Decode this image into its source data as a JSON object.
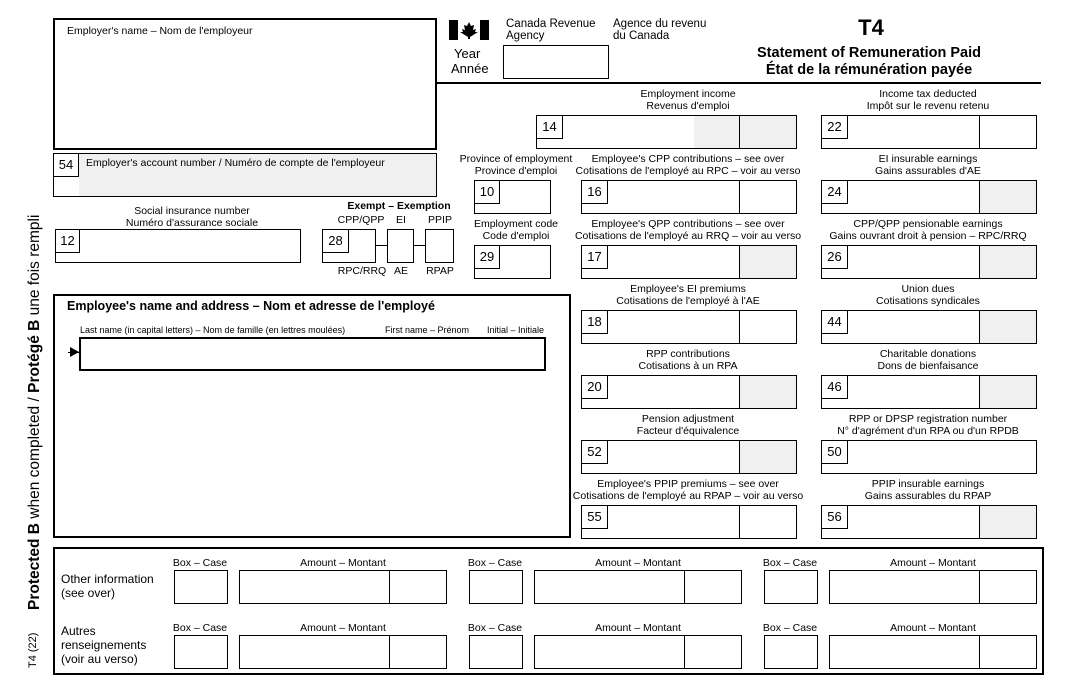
{
  "employer": {
    "name_label": "Employer's name – Nom de l'employeur",
    "account_label": "Employer's account number / Numéro de compte de l'employeur",
    "account_box": "54"
  },
  "header": {
    "agency_en_1": "Canada Revenue",
    "agency_en_2": "Agency",
    "agency_fr_1": "Agence du revenu",
    "agency_fr_2": "du Canada",
    "year_en": "Year",
    "year_fr": "Année",
    "form_code": "T4",
    "title_en": "Statement of Remuneration Paid",
    "title_fr": "État de la rémunération payée"
  },
  "side": {
    "protected_a": "Protected B",
    "protected_b": " when completed / ",
    "protected_c": "Protégé B",
    "protected_d": " une fois rempli",
    "form_id": "T4 (22)"
  },
  "sin": {
    "label_en": "Social insurance number",
    "label_fr": "Numéro d'assurance sociale",
    "box": "12"
  },
  "exempt": {
    "title": "Exempt – Exemption",
    "box": "28",
    "top": [
      "CPP/QPP",
      "EI",
      "PPIP"
    ],
    "bottom": [
      "RPC/RRQ",
      "AE",
      "RPAP"
    ]
  },
  "employee": {
    "title": "Employee's name and address – Nom et adresse de l'employé",
    "last_name": "Last name (in capital letters) – Nom de famille (en lettres moulées)",
    "first_name": "First name – Prénom",
    "initial": "Initial – Initiale"
  },
  "mid_boxes": [
    {
      "box": "10",
      "en": "Province of employment",
      "fr": "Province d'emploi"
    },
    {
      "box": "29",
      "en": "Employment code",
      "fr": "Code d'emploi"
    }
  ],
  "amount_boxes": [
    {
      "box": "14",
      "en": "Employment income",
      "fr": "Revenus d'emploi"
    },
    {
      "box": "22",
      "en": "Income tax deducted",
      "fr": "Impôt sur le revenu retenu"
    },
    {
      "box": "16",
      "en": "Employee's CPP contributions – see over",
      "fr": "Cotisations de l'employé au RPC – voir au verso"
    },
    {
      "box": "24",
      "en": "EI insurable earnings",
      "fr": "Gains assurables d'AE"
    },
    {
      "box": "17",
      "en": "Employee's QPP contributions – see over",
      "fr": "Cotisations de l'employé au RRQ – voir au verso"
    },
    {
      "box": "26",
      "en": "CPP/QPP pensionable earnings",
      "fr": "Gains ouvrant droit à pension – RPC/RRQ"
    },
    {
      "box": "18",
      "en": "Employee's EI premiums",
      "fr": "Cotisations de l'employé à l'AE"
    },
    {
      "box": "44",
      "en": "Union dues",
      "fr": "Cotisations syndicales"
    },
    {
      "box": "20",
      "en": "RPP contributions",
      "fr": "Cotisations à un RPA"
    },
    {
      "box": "46",
      "en": "Charitable donations",
      "fr": "Dons de bienfaisance"
    },
    {
      "box": "52",
      "en": "Pension adjustment",
      "fr": "Facteur d'équivalence"
    },
    {
      "box": "50",
      "en": "RPP or DPSP registration number",
      "fr": "N° d'agrément d'un RPA ou d'un RPDB"
    },
    {
      "box": "55",
      "en": "Employee's PPIP premiums – see over",
      "fr": "Cotisations de l'employé au RPAP – voir au verso"
    },
    {
      "box": "56",
      "en": "PPIP insurable earnings",
      "fr": "Gains assurables du RPAP"
    }
  ],
  "other": {
    "label_en_1": "Other information",
    "label_en_2": "(see over)",
    "label_fr_1": "Autres",
    "label_fr_2": "renseignements",
    "label_fr_3": "(voir au verso)",
    "box_label": "Box – Case",
    "amount_label": "Amount – Montant"
  }
}
